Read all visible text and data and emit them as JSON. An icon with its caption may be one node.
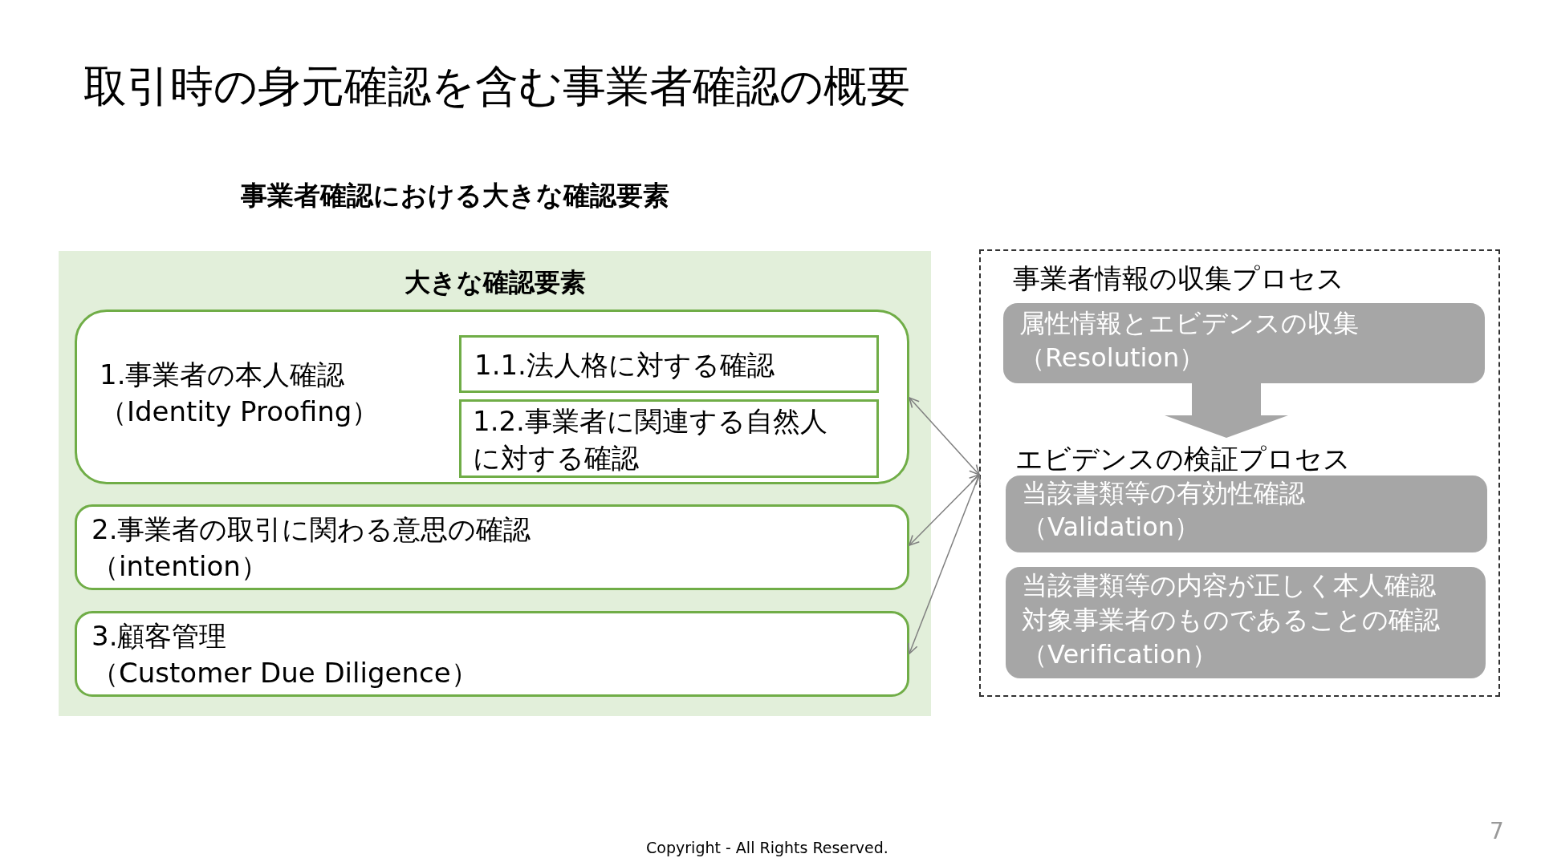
{
  "diagram": {
    "title": "取引時の身元確認を含む事業者確認の概要",
    "nodes": [
      {
        "text": [
          "大きな確認要素"
        ]
      },
      {
        "text": [
          "1.事業者の本人確認（Identity Proofing）"
        ],
        "in": 0
      },
      {
        "text": [
          "1.1.法人格に対する確認"
        ],
        "in": 1
      },
      {
        "text": [
          "1.2.事業者に関連する自然人に対する確認"
        ],
        "in": 1
      },
      {
        "text": [
          "2.事業者の取引に関わる意思の確認（intention）"
        ],
        "in": 0
      },
      {
        "text": [
          "3.顧客管理（Customer Due Diligence）"
        ],
        "in": 0
      },
      {
        "text": [
          "事業者情報の収集プロセス"
        ]
      },
      {
        "text": [
          "属性情報とエビデンスの収集（Resolution）"
        ],
        "in": 6
      },
      {
        "text": [
          "エビデンスの検証プロセス",
          "当該書類等の有効性確認（Validation）"
        ],
        "in": 6
      },
      {
        "text": [
          "当該書類等の内容が正しく本人確認対象事業者のものであることの確認（Verification）"
        ],
        "in": 6
      }
    ],
    "edges": [
      {
        "from": 6,
        "to": 1,
        "arrow": "both"
      },
      {
        "from": 6,
        "to": 4,
        "arrow": "both"
      },
      {
        "from": 6,
        "to": 5,
        "arrow": "both"
      },
      {
        "from": 7,
        "to": 8,
        "arrow": "to",
        "style": "thick",
        "color": "#a6a6a6"
      }
    ],
    "labels": [
      "事業者確認における大きな確認要素",
      "Copyright - All Rights Reserved.",
      "7"
    ]
  }
}
